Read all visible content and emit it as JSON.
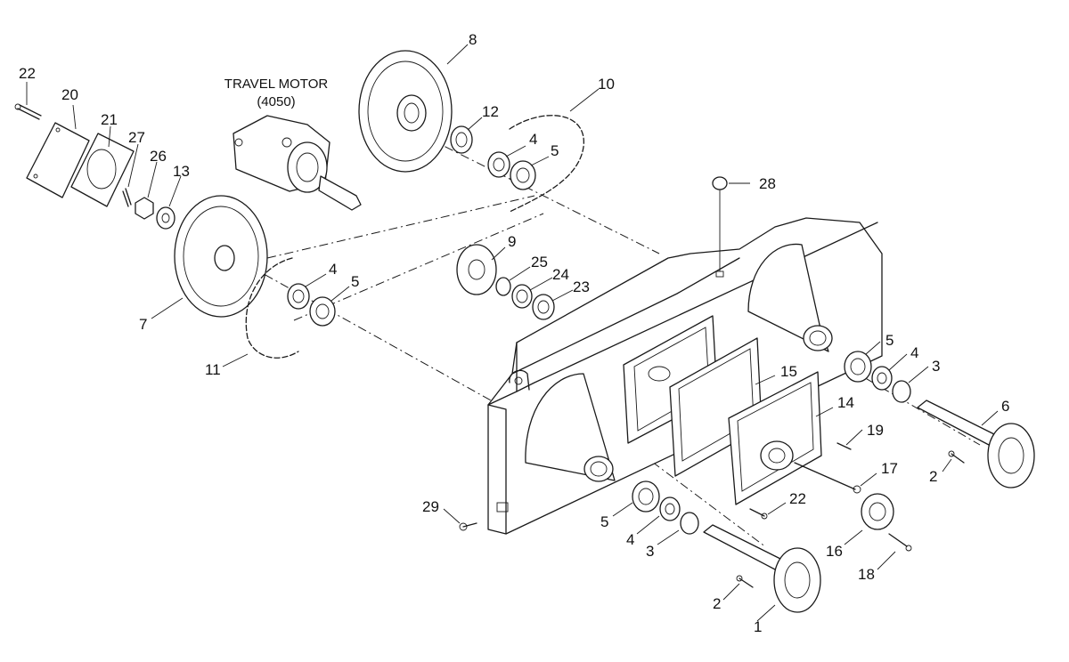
{
  "motor": {
    "title": "TRAVEL MOTOR",
    "code": "(4050)"
  },
  "labels": [
    "1",
    "2",
    "2",
    "3",
    "3",
    "4",
    "4",
    "4",
    "4",
    "5",
    "5",
    "5",
    "5",
    "6",
    "7",
    "8",
    "9",
    "10",
    "11",
    "12",
    "13",
    "14",
    "15",
    "16",
    "17",
    "18",
    "19",
    "20",
    "21",
    "22",
    "22",
    "23",
    "24",
    "25",
    "26",
    "27",
    "28",
    "29"
  ]
}
